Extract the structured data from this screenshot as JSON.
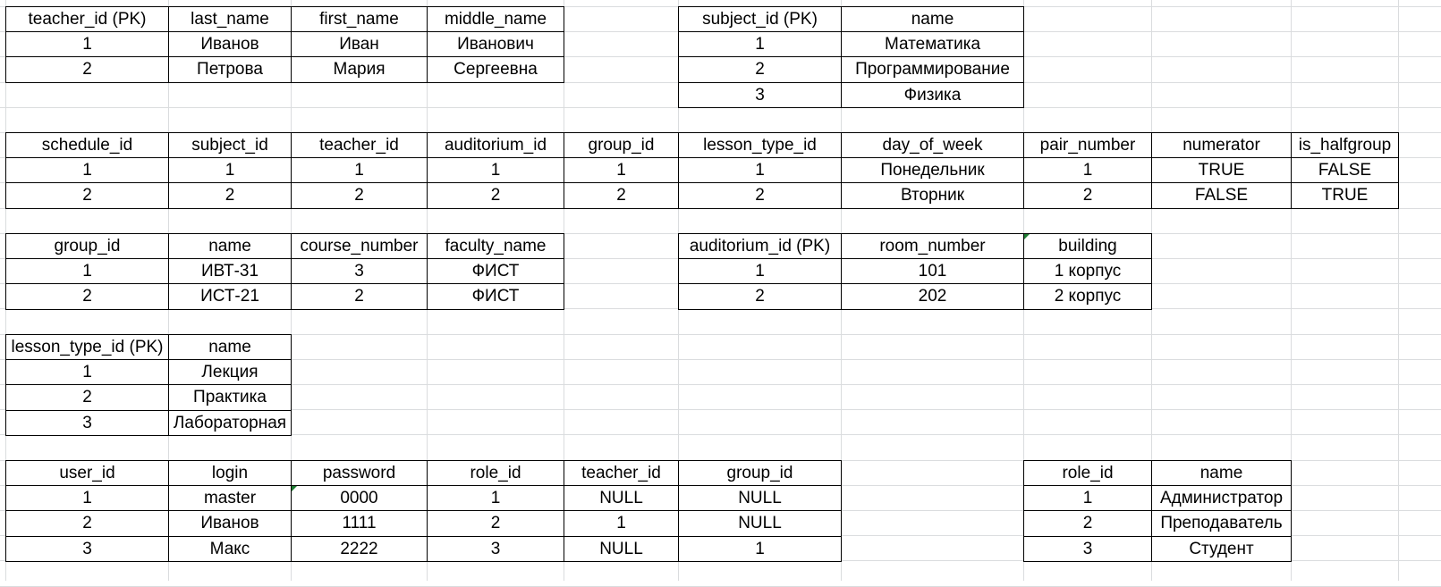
{
  "sheet": {
    "tables": [
      {
        "id": "teachers",
        "headers": [
          "teacher_id (PK)",
          "last_name",
          "first_name",
          "middle_name"
        ],
        "rows": [
          [
            "1",
            "Иванов",
            "Иван",
            "Иванович"
          ],
          [
            "2",
            "Петрова",
            "Мария",
            "Сергеевна"
          ]
        ]
      },
      {
        "id": "subjects",
        "headers": [
          "subject_id (PK)",
          "name"
        ],
        "rows": [
          [
            "1",
            "Математика"
          ],
          [
            "2",
            "Программирование"
          ],
          [
            "3",
            "Физика"
          ]
        ]
      },
      {
        "id": "schedule",
        "headers": [
          "schedule_id",
          "subject_id",
          "teacher_id",
          "auditorium_id",
          "group_id",
          "lesson_type_id",
          "day_of_week",
          "pair_number",
          "numerator",
          "is_halfgroup"
        ],
        "rows": [
          [
            "1",
            "1",
            "1",
            "1",
            "1",
            "1",
            "Понедельник",
            "1",
            "TRUE",
            "FALSE"
          ],
          [
            "2",
            "2",
            "2",
            "2",
            "2",
            "2",
            "Вторник",
            "2",
            "FALSE",
            "TRUE"
          ]
        ]
      },
      {
        "id": "groups",
        "headers": [
          "group_id",
          "name",
          "course_number",
          "faculty_name"
        ],
        "rows": [
          [
            "1",
            "ИВТ-31",
            "3",
            "ФИСТ"
          ],
          [
            "2",
            "ИСТ-21",
            "2",
            "ФИСТ"
          ]
        ]
      },
      {
        "id": "auditoriums",
        "headers": [
          "auditorium_id (PK)",
          "room_number",
          "building"
        ],
        "rows": [
          [
            "1",
            "101",
            "1 корпус"
          ],
          [
            "2",
            "202",
            "2 корпус"
          ]
        ]
      },
      {
        "id": "lesson_types",
        "headers": [
          "lesson_type_id (PK)",
          "name"
        ],
        "rows": [
          [
            "1",
            "Лекция"
          ],
          [
            "2",
            "Практика"
          ],
          [
            "3",
            "Лабораторная"
          ]
        ]
      },
      {
        "id": "users",
        "headers": [
          "user_id",
          "login",
          "password",
          "role_id",
          "teacher_id",
          "group_id"
        ],
        "rows": [
          [
            "1",
            "master",
            "0000",
            "1",
            "NULL",
            "NULL"
          ],
          [
            "2",
            "Иванов",
            "1111",
            "2",
            "1",
            "NULL"
          ],
          [
            "3",
            "Макс",
            "2222",
            "3",
            "NULL",
            "1"
          ]
        ]
      },
      {
        "id": "roles",
        "headers": [
          "role_id",
          "name"
        ],
        "rows": [
          [
            "1",
            "Администратор"
          ],
          [
            "2",
            "Преподаватель"
          ],
          [
            "3",
            "Студент"
          ]
        ]
      }
    ]
  }
}
